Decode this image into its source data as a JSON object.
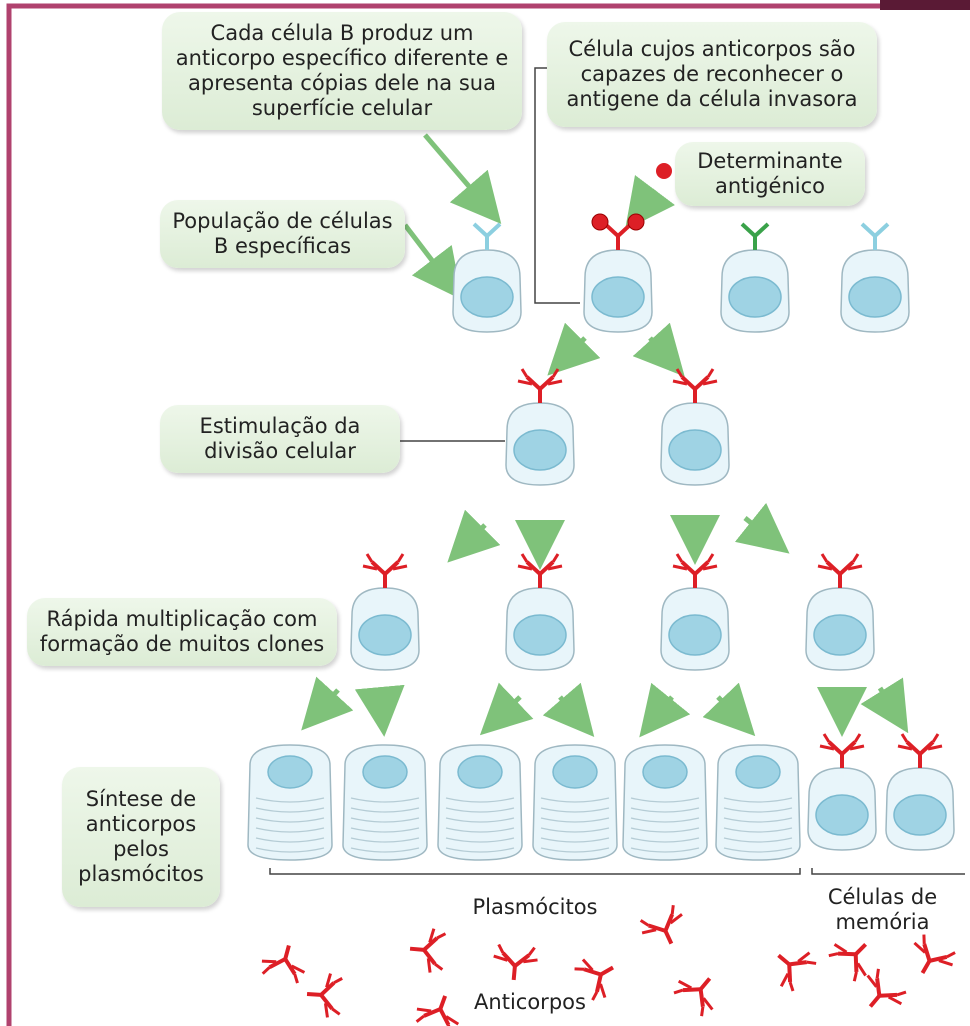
{
  "labels": {
    "cada_celula_b": "Cada célula B produz um anticorpo específico diferente e apresenta cópias dele na sua superfície celular",
    "celula_cujos": "Célula cujos anticorpos são capazes de reconhecer o antigene da célula invasora",
    "determinante": "Determinante antigénico",
    "populacao": "População de células B específicas",
    "estimulacao": "Estimulação da divisão celular",
    "rapida": "Rápida multiplicação com formação de muitos clones",
    "sintese": "Síntese de anticorpos pelos plasmócitos",
    "plasmocitos": "Plasmócitos",
    "celulas_memoria": "Células de memória",
    "anticorpos": "Anticorpos"
  },
  "colors": {
    "frame": "#b0426e",
    "box_fill": "#e3f0dc",
    "cell_fill": "#e8f5fa",
    "nucleus": "#9fd3e4",
    "antibody_red": "#dd1f26",
    "antibody_green": "#3aa24a",
    "antibody_blue": "#8ccfe0",
    "arrow_green": "#7fc27a"
  }
}
